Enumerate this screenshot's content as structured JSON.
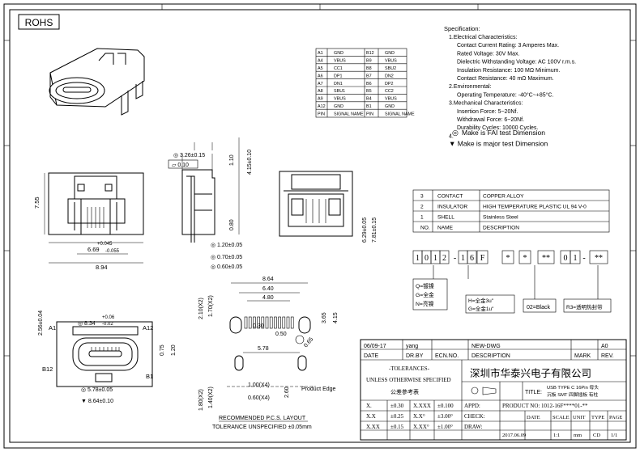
{
  "rohs": "ROHS",
  "pin_table": {
    "rows": [
      [
        "A1",
        "GND",
        "B12",
        "GND"
      ],
      [
        "A4",
        "VBUS",
        "B9",
        "VBUS"
      ],
      [
        "A5",
        "CC1",
        "B8",
        "SBU2"
      ],
      [
        "A6",
        "DP1",
        "B7",
        "DN2"
      ],
      [
        "A7",
        "DN1",
        "B6",
        "DP2"
      ],
      [
        "A8",
        "SBU1",
        "B5",
        "CC2"
      ],
      [
        "A9",
        "VBUS",
        "B4",
        "VBUS"
      ],
      [
        "A12",
        "GND",
        "B1",
        "GND"
      ],
      [
        "PIN",
        "SIGNAL NAME",
        "PIN",
        "SIGNAL NAME"
      ]
    ]
  },
  "spec": {
    "title": "Specification:",
    "lines": [
      "1.Electrical Characteristics:",
      "Contact Current Rating: 3 Amperes Max.",
      "Rated Voltage:  30V Max.",
      "Dielectric Withstanding Voltage: AC 100V r.m.s.",
      "Insulation Resistance: 100 MΩ Minimum.",
      "Contact Resistance: 40 mΩ Maximum.",
      "2.Environmental:",
      "Operating Temperature: -40°C~+85°C.",
      "3.Mechanical Characteristics:",
      "Insertion Force: 5~20Nf.",
      "Withdrawal Force: 6~20Nf.",
      "Durability Cycles: 10000 Cycles.",
      "4.",
      "▼ Make is major test Dimension"
    ],
    "fai_label": "Make is FAI test Dimension",
    "fai_symbol": "◎"
  },
  "material_table": {
    "rows": [
      [
        "3",
        "CONTACT",
        "COPPER ALLOY"
      ],
      [
        "2",
        "INSULATOR",
        "HIGH TEMPERATURE PLASTIC UL 94 V-0"
      ],
      [
        "1",
        "SHELL",
        "Stainless Steel"
      ],
      [
        "NO.",
        "NAME",
        "DESCRIPTION"
      ]
    ]
  },
  "part_number": {
    "boxes": [
      "1",
      "0",
      "1",
      "2",
      "-",
      "1",
      "6",
      "F",
      "*",
      "*",
      "**",
      "0",
      "1",
      "-",
      "**"
    ],
    "plating": [
      "Q=镀镍",
      "G=全金",
      "N=亮镍"
    ],
    "gold": [
      "H=全金3u\"",
      "G=全金1u\""
    ],
    "color": "02=Black",
    "package": "R3=透明热封带"
  },
  "dims": {
    "top_width_a": "3.26±0.15",
    "flatness": "0.10",
    "height_110": "1.10",
    "height_415": "4.15±0.10",
    "h_755": "7.55",
    "w_669": "6.69",
    "tol_669": "+0.045\n-0.055",
    "w_894": "8.94",
    "d_120": "1.20±0.05",
    "d_070": "0.70±0.05",
    "d_060": "0.60±0.05",
    "d_080": "0.80",
    "d_629": "6.29±0.05",
    "d_781": "7.81±0.15",
    "d_256": "2.56±0.04",
    "d_834": "8.34",
    "tol_834": "+0.06\n-0.02",
    "d_578": "5.78±0.05",
    "d_864b": "8.64±0.10",
    "d_120b": "1.20",
    "d_075": "0.75",
    "lay_864": "8.64",
    "lay_640": "6.40",
    "lay_480": "4.80",
    "lay_210": "2.10(X2)",
    "lay_170": "1.70(X2)",
    "lay_365": "3.65",
    "lay_415": "4.15",
    "lay_050": "0.50",
    "lay_030": "0.30",
    "lay_065": "0.65",
    "lay_578": "5.78",
    "lay_100": "1.00(X4)",
    "lay_060": "0.60(X4)",
    "lay_180": "1.80(X2)",
    "lay_140": "1.40(X2)",
    "lay_260": "2.60",
    "product_edge": "Product Edge"
  },
  "labels": {
    "A1": "A1",
    "A12": "A12",
    "B12": "B12",
    "B1": "B1",
    "recommended": "RECOMMENDED  P.C.S. LAYOUT",
    "tol_unspec": "TOLERANCE UNSPECIFIED ±0.05mm"
  },
  "title_block": {
    "rev_row": [
      "06/09-17",
      "yang",
      "",
      "NEW-DWG",
      "",
      "A0"
    ],
    "rev_header": [
      "DATE",
      "DR.BY",
      "ECN.NO.",
      "DESCRIPTION",
      "MARK",
      "REV."
    ],
    "tolerances": "-TOLERANCES-",
    "unless": "UNLESS OTHERWISE SPECIFIED",
    "reference": "公差參考表",
    "company": "深圳市华泰兴电子有限公司",
    "title_label": "TITLE:",
    "title_value": "USB TYPE C 16Pin 母头\n沉板  SMT 四脚插板 有柱",
    "tol_rows": [
      [
        "X.",
        "±0.30",
        "X.XXX",
        "±0.100",
        "APPD:"
      ],
      [
        "X.X",
        "±0.25",
        "X.X°",
        "±3.00°",
        "CHECK:"
      ],
      [
        "X.XX",
        "±0.15",
        "X.XX°",
        "±1.00°",
        "DRAW:"
      ]
    ],
    "product_no_label": "PRODUCT NO:",
    "product_no": "1012-16F****01-**",
    "footer_header": [
      "DATE",
      "SCALE",
      "UNIT",
      "TYPE",
      "PAGE"
    ],
    "footer_values": [
      "2017.06.09",
      "1:1",
      "mm",
      "CD",
      "1/1"
    ]
  }
}
